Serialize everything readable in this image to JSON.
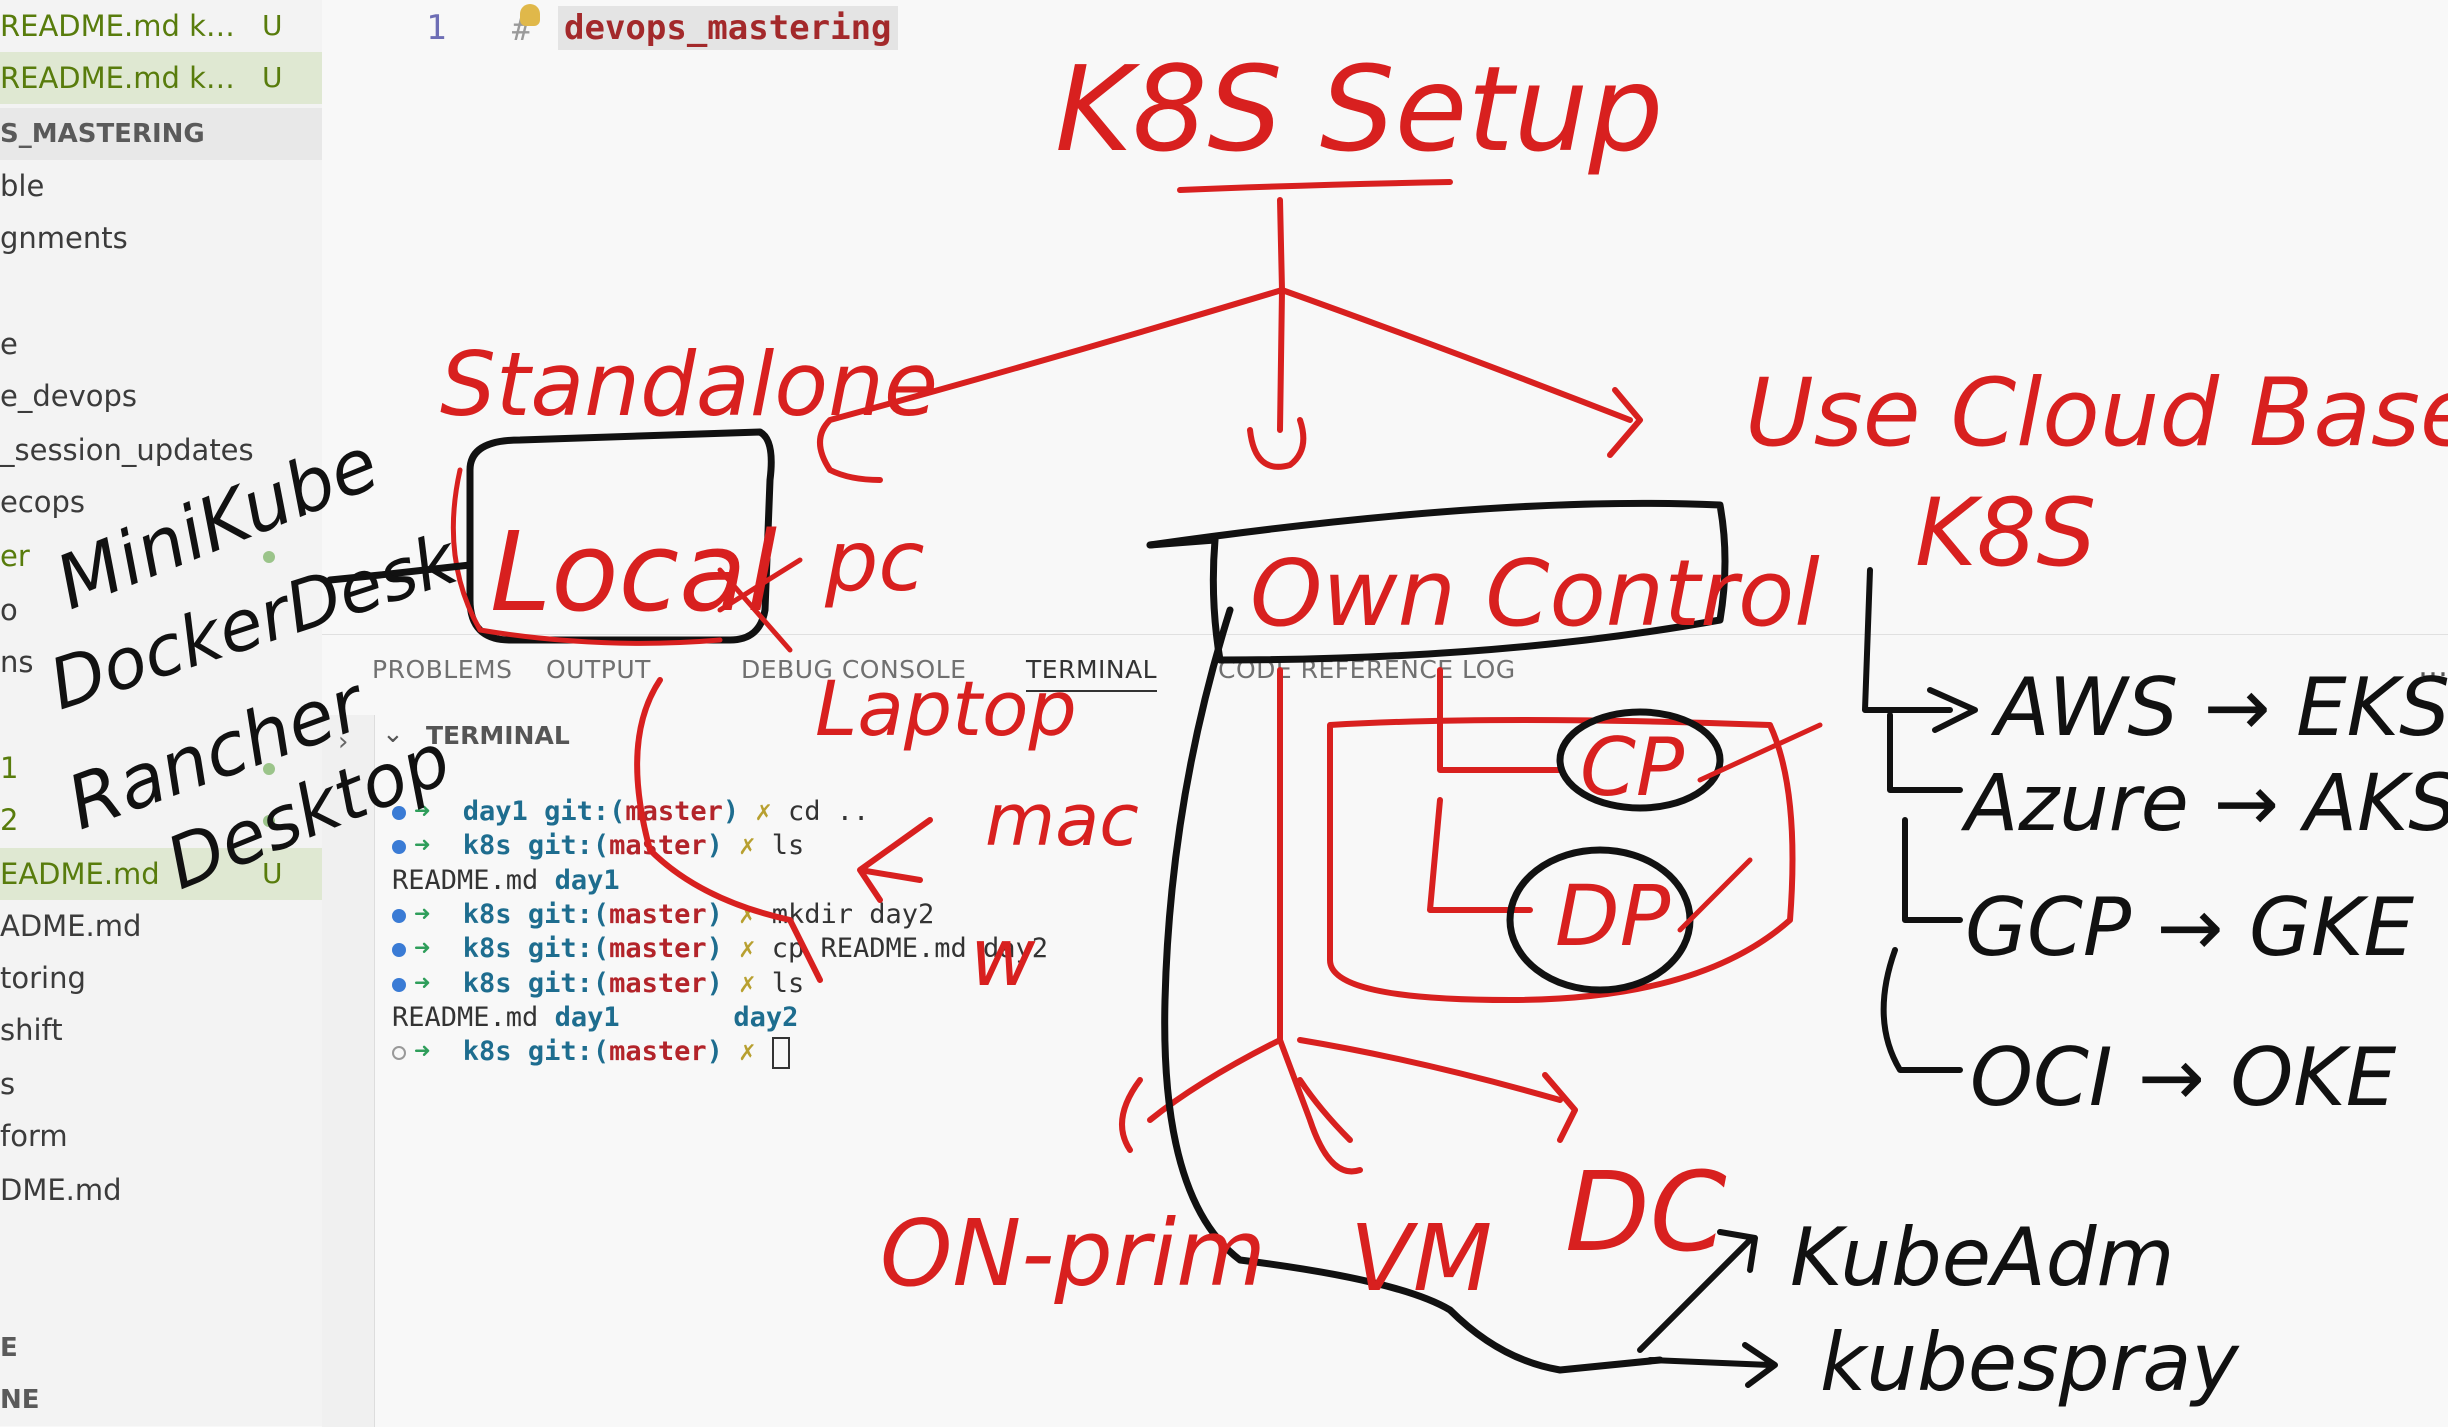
{
  "sidebar": {
    "rows": [
      {
        "label": "README.md  k…",
        "badge": "U",
        "selected": false,
        "modified": true
      },
      {
        "label": "README.md  k…",
        "badge": "U",
        "selected": true,
        "modified": true
      },
      {
        "label": "S_MASTERING",
        "header": true
      },
      {
        "label": "ble"
      },
      {
        "label": "gnments"
      },
      {
        "label": ""
      },
      {
        "label": "e"
      },
      {
        "label": "e_devops"
      },
      {
        "label": "_session_updates"
      },
      {
        "label": "ecops"
      },
      {
        "label": "er",
        "dot": true,
        "modified": true
      },
      {
        "label": "o"
      },
      {
        "label": "ns"
      },
      {
        "label": ""
      },
      {
        "label": "1",
        "dot": true,
        "modified": true
      },
      {
        "label": "2",
        "dot": true,
        "modified": true
      },
      {
        "label": "EADME.md",
        "badge": "U",
        "selected": true,
        "modified": true
      },
      {
        "label": "ADME.md"
      },
      {
        "label": "toring"
      },
      {
        "label": "shift"
      },
      {
        "label": "s"
      },
      {
        "label": "form"
      },
      {
        "label": "DME.md"
      }
    ],
    "outline": [
      "E",
      "NE"
    ]
  },
  "editor": {
    "line_number": "1",
    "hash": "#",
    "heading": "devops_mastering"
  },
  "panel": {
    "tabs": [
      "PROBLEMS",
      "OUTPUT",
      "DEBUG CONSOLE",
      "TERMINAL",
      "CODE REFERENCE LOG"
    ],
    "active_tab": "TERMINAL",
    "more": "…",
    "terminal_header": "TERMINAL",
    "terminal_lines": [
      {
        "kind": "prompt",
        "dot": "filled",
        "dir": "day1",
        "branch": "master",
        "cmd": "cd .."
      },
      {
        "kind": "prompt",
        "dot": "filled",
        "dir": "k8s",
        "branch": "master",
        "cmd": "ls"
      },
      {
        "kind": "output",
        "text": "README.md ",
        "dir_text": "day1"
      },
      {
        "kind": "prompt",
        "dot": "filled",
        "dir": "k8s",
        "branch": "master",
        "cmd": "mkdir day2"
      },
      {
        "kind": "prompt",
        "dot": "filled",
        "dir": "k8s",
        "branch": "master",
        "cmd": "cp README.md day2"
      },
      {
        "kind": "prompt",
        "dot": "filled",
        "dir": "k8s",
        "branch": "master",
        "cmd": "ls"
      },
      {
        "kind": "output",
        "text": "README.md ",
        "dir_text": "day1       day2"
      },
      {
        "kind": "prompt",
        "dot": "empty",
        "dir": "k8s",
        "branch": "master",
        "cmd": "",
        "cursor": true
      }
    ]
  },
  "annotations": {
    "title": "K8S Setup",
    "standalone": "Standalone",
    "local": "Local",
    "pc": "pc",
    "laptop": "Laptop",
    "mac": "mac",
    "w": "w",
    "minikube": "MiniKube",
    "dockerdesk": "DockerDesk",
    "rancher": "Rancher",
    "desktop": "Desktop",
    "own_control": "Own Control",
    "cp": "CP",
    "dp": "DP",
    "on_prim": "ON-prim",
    "vm": "VM",
    "dc": "DC",
    "kubeadm": "KubeAdm",
    "kubespray": "kubespray",
    "cloud_line1": "Use Cloud Based",
    "cloud_line2": "K8S",
    "aws": "AWS → EKS",
    "azure": "Azure → AKS",
    "gcp": "GCP → GKE",
    "oci": "OCI → OKE",
    "red": "#d8201f",
    "black": "#111111"
  }
}
